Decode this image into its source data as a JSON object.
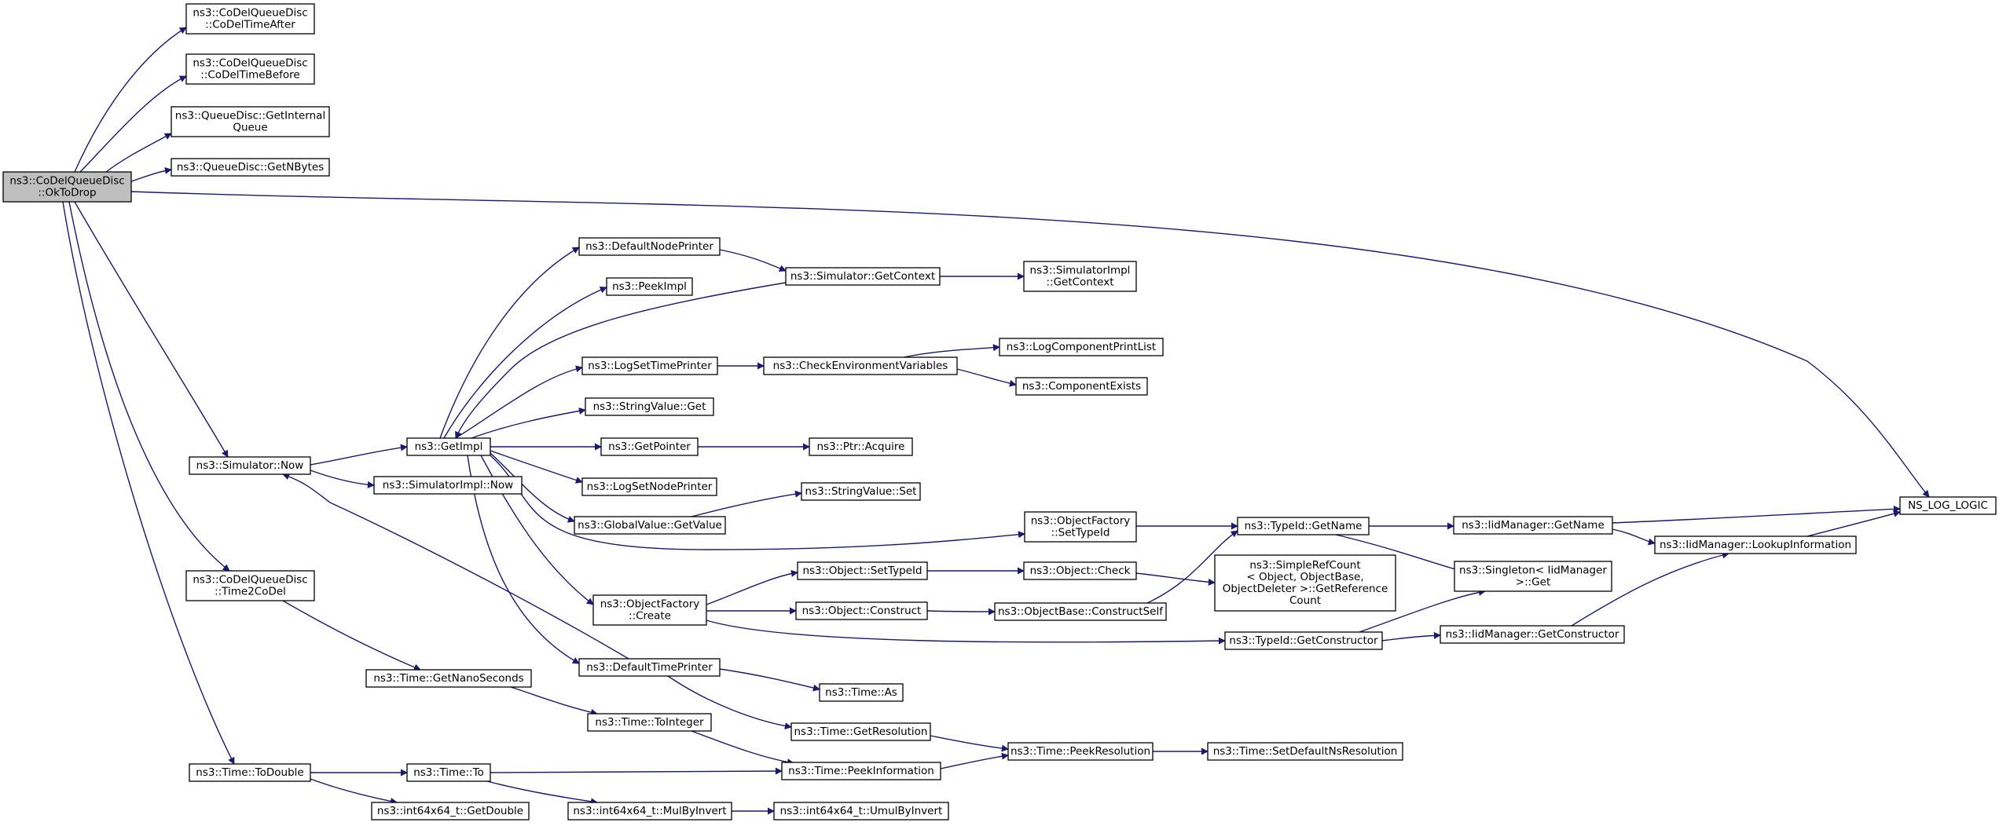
{
  "colors": {
    "edge": "#191970",
    "root_fill": "#bfbfbf",
    "node_fill": "#ffffff",
    "node_border": "#000000",
    "truncated_border": "#ff0000"
  },
  "nodes": [
    {
      "id": "root",
      "lines": [
        "ns3::CoDelQueueDisc",
        "::OkToDrop"
      ],
      "root": true
    },
    {
      "id": "codelafter",
      "lines": [
        "ns3::CoDelQueueDisc",
        "::CoDelTimeAfter"
      ]
    },
    {
      "id": "codelbefore",
      "lines": [
        "ns3::CoDelQueueDisc",
        "::CoDelTimeBefore"
      ]
    },
    {
      "id": "getinternal",
      "lines": [
        "ns3::QueueDisc::GetInternal",
        "Queue"
      ]
    },
    {
      "id": "getnbytes",
      "lines": [
        "ns3::QueueDisc::GetNBytes"
      ]
    },
    {
      "id": "simnow",
      "lines": [
        "ns3::Simulator::Now"
      ]
    },
    {
      "id": "time2codel",
      "lines": [
        "ns3::CoDelQueueDisc",
        "::Time2CoDel"
      ]
    },
    {
      "id": "todouble",
      "lines": [
        "ns3::Time::ToDouble"
      ]
    },
    {
      "id": "nslog",
      "lines": [
        "NS_LOG_LOGIC"
      ]
    },
    {
      "id": "getimpl",
      "lines": [
        "ns3::GetImpl"
      ]
    },
    {
      "id": "simimplnow",
      "lines": [
        "ns3::SimulatorImpl::Now"
      ]
    },
    {
      "id": "defnodeprinter",
      "lines": [
        "ns3::DefaultNodePrinter"
      ]
    },
    {
      "id": "peekimpl",
      "lines": [
        "ns3::PeekImpl"
      ]
    },
    {
      "id": "logsettimeprinter",
      "lines": [
        "ns3::LogSetTimePrinter"
      ]
    },
    {
      "id": "stringget",
      "lines": [
        "ns3::StringValue::Get"
      ]
    },
    {
      "id": "getpointer",
      "lines": [
        "ns3::GetPointer"
      ]
    },
    {
      "id": "logsetnodeprinter",
      "lines": [
        "ns3::LogSetNodePrinter"
      ]
    },
    {
      "id": "globalgetvalue",
      "lines": [
        "ns3::GlobalValue::GetValue"
      ]
    },
    {
      "id": "objfactorycreate",
      "lines": [
        "ns3::ObjectFactory",
        "::Create"
      ]
    },
    {
      "id": "deftimeprinter",
      "lines": [
        "ns3::DefaultTimePrinter"
      ]
    },
    {
      "id": "simgetcontext",
      "lines": [
        "ns3::Simulator::GetContext"
      ]
    },
    {
      "id": "checkenv",
      "lines": [
        "ns3::CheckEnvironmentVariables"
      ]
    },
    {
      "id": "ptracquire",
      "lines": [
        "ns3::Ptr::Acquire"
      ]
    },
    {
      "id": "stringset",
      "lines": [
        "ns3::StringValue::Set"
      ]
    },
    {
      "id": "simimplgetcontext",
      "lines": [
        "ns3::SimulatorImpl",
        "::GetContext"
      ]
    },
    {
      "id": "logcompprint",
      "lines": [
        "ns3::LogComponentPrintList"
      ],
      "truncated": true
    },
    {
      "id": "compexists",
      "lines": [
        "ns3::ComponentExists"
      ],
      "truncated": true
    },
    {
      "id": "objfactorysettypeid",
      "lines": [
        "ns3::ObjectFactory",
        "::SetTypeId"
      ]
    },
    {
      "id": "objectsettypeid",
      "lines": [
        "ns3::Object::SetTypeId"
      ]
    },
    {
      "id": "objectconstruct",
      "lines": [
        "ns3::Object::Construct"
      ]
    },
    {
      "id": "objectcheck",
      "lines": [
        "ns3::Object::Check"
      ]
    },
    {
      "id": "constructself",
      "lines": [
        "ns3::ObjectBase::ConstructSelf"
      ],
      "truncated": true
    },
    {
      "id": "typeidgetname",
      "lines": [
        "ns3::TypeId::GetName"
      ]
    },
    {
      "id": "simplerefcount",
      "lines": [
        "ns3::SimpleRefCount",
        "< Object, ObjectBase,",
        " ObjectDeleter >::GetReference",
        "Count"
      ]
    },
    {
      "id": "typeidgetconstructor",
      "lines": [
        "ns3::TypeId::GetConstructor"
      ]
    },
    {
      "id": "iidgetname",
      "lines": [
        "ns3::IidManager::GetName"
      ]
    },
    {
      "id": "singletonget",
      "lines": [
        "ns3::Singleton< IidManager",
        " >::Get"
      ]
    },
    {
      "id": "iidgetconstructor",
      "lines": [
        "ns3::IidManager::GetConstructor"
      ]
    },
    {
      "id": "iidlookup",
      "lines": [
        "ns3::IidManager::LookupInformation"
      ]
    },
    {
      "id": "timegetnanos",
      "lines": [
        "ns3::Time::GetNanoSeconds"
      ]
    },
    {
      "id": "timetointeger",
      "lines": [
        "ns3::Time::ToInteger"
      ]
    },
    {
      "id": "timeas",
      "lines": [
        "ns3::Time::As"
      ]
    },
    {
      "id": "timegetres",
      "lines": [
        "ns3::Time::GetResolution"
      ]
    },
    {
      "id": "timepeekinfo",
      "lines": [
        "ns3::Time::PeekInformation"
      ]
    },
    {
      "id": "timepeekres",
      "lines": [
        "ns3::Time::PeekResolution"
      ]
    },
    {
      "id": "timesetdefault",
      "lines": [
        "ns3::Time::SetDefaultNsResolution"
      ],
      "truncated": true
    },
    {
      "id": "timeto",
      "lines": [
        "ns3::Time::To"
      ]
    },
    {
      "id": "int64getdouble",
      "lines": [
        "ns3::int64x64_t::GetDouble"
      ]
    },
    {
      "id": "int64mulbyinvert",
      "lines": [
        "ns3::int64x64_t::MulByInvert"
      ]
    },
    {
      "id": "int64umulbyinvert",
      "lines": [
        "ns3::int64x64_t::UmulByInvert"
      ]
    }
  ],
  "edges": [
    [
      "root",
      "codelafter"
    ],
    [
      "root",
      "codelbefore"
    ],
    [
      "root",
      "getinternal"
    ],
    [
      "root",
      "getnbytes"
    ],
    [
      "root",
      "nslog"
    ],
    [
      "root",
      "simnow"
    ],
    [
      "root",
      "time2codel"
    ],
    [
      "root",
      "todouble"
    ],
    [
      "simnow",
      "getimpl"
    ],
    [
      "simnow",
      "simimplnow"
    ],
    [
      "getimpl",
      "defnodeprinter"
    ],
    [
      "getimpl",
      "peekimpl"
    ],
    [
      "getimpl",
      "logsettimeprinter"
    ],
    [
      "getimpl",
      "stringget"
    ],
    [
      "getimpl",
      "getpointer"
    ],
    [
      "getimpl",
      "logsetnodeprinter"
    ],
    [
      "getimpl",
      "globalgetvalue"
    ],
    [
      "getimpl",
      "objfactorycreate"
    ],
    [
      "getimpl",
      "deftimeprinter"
    ],
    [
      "getimpl",
      "objfactorysettypeid"
    ],
    [
      "simgetcontext",
      "getimpl"
    ],
    [
      "defnodeprinter",
      "simgetcontext"
    ],
    [
      "simgetcontext",
      "simimplgetcontext"
    ],
    [
      "logsettimeprinter",
      "checkenv"
    ],
    [
      "checkenv",
      "logcompprint"
    ],
    [
      "checkenv",
      "compexists"
    ],
    [
      "getpointer",
      "ptracquire"
    ],
    [
      "globalgetvalue",
      "stringset"
    ],
    [
      "objfactorycreate",
      "objectsettypeid"
    ],
    [
      "objfactorycreate",
      "objectconstruct"
    ],
    [
      "objfactorycreate",
      "typeidgetconstructor"
    ],
    [
      "objectsettypeid",
      "objectcheck"
    ],
    [
      "objectcheck",
      "simplerefcount"
    ],
    [
      "objectconstruct",
      "constructself"
    ],
    [
      "constructself",
      "typeidgetname"
    ],
    [
      "objfactorysettypeid",
      "typeidgetname"
    ],
    [
      "typeidgetname",
      "iidgetname"
    ],
    [
      "typeidgetname",
      "singletonget"
    ],
    [
      "iidgetname",
      "nslog"
    ],
    [
      "iidgetname",
      "iidlookup"
    ],
    [
      "iidlookup",
      "nslog"
    ],
    [
      "typeidgetconstructor",
      "singletonget"
    ],
    [
      "typeidgetconstructor",
      "iidgetconstructor"
    ],
    [
      "iidgetconstructor",
      "iidlookup"
    ],
    [
      "deftimeprinter",
      "simnow"
    ],
    [
      "deftimeprinter",
      "timeas"
    ],
    [
      "deftimeprinter",
      "timegetres"
    ],
    [
      "time2codel",
      "timegetnanos"
    ],
    [
      "timegetnanos",
      "timetointeger"
    ],
    [
      "timetointeger",
      "timepeekinfo"
    ],
    [
      "timegetres",
      "timepeekres"
    ],
    [
      "timepeekinfo",
      "timepeekres"
    ],
    [
      "timepeekres",
      "timesetdefault"
    ],
    [
      "todouble",
      "timeto"
    ],
    [
      "todouble",
      "int64getdouble"
    ],
    [
      "timeto",
      "timepeekinfo"
    ],
    [
      "timeto",
      "int64mulbyinvert"
    ],
    [
      "int64mulbyinvert",
      "int64umulbyinvert"
    ]
  ]
}
